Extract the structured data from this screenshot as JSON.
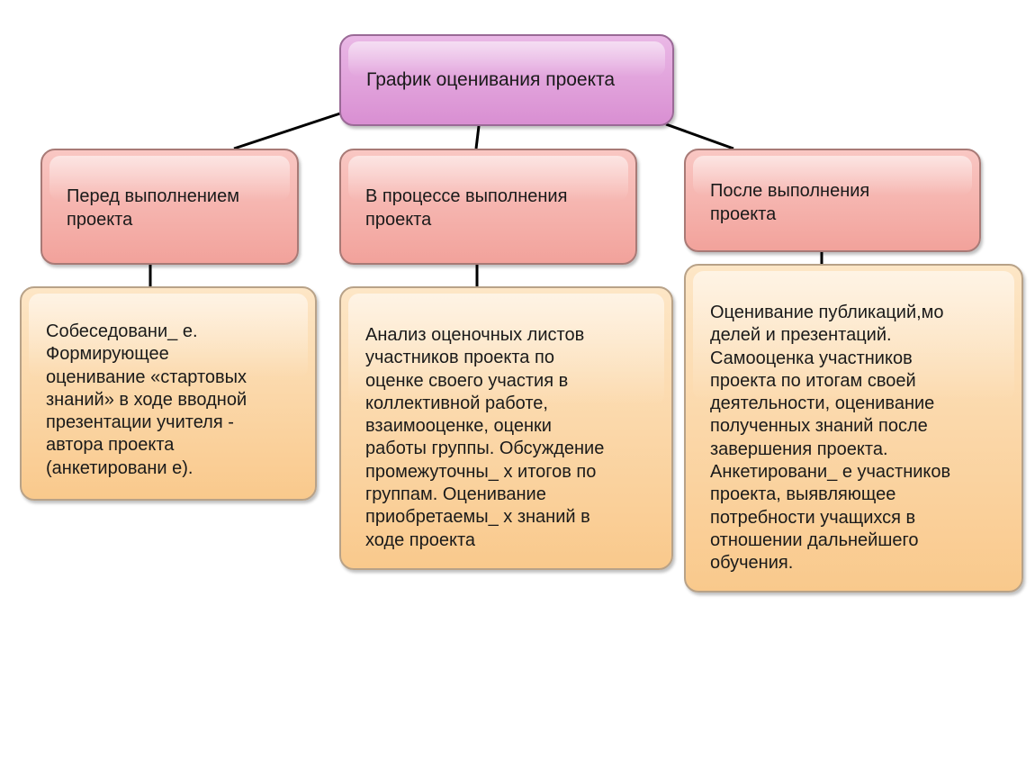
{
  "diagram": {
    "root": {
      "label": "График оценивания проекта"
    },
    "phases": [
      {
        "label": "Перед выполнением\nпроекта"
      },
      {
        "label": "В процессе выполнения\nпроекта"
      },
      {
        "label": "После выполнения\nпроекта"
      }
    ],
    "details": [
      {
        "text": "Собеседовани_ е.\nФормирующее\nоценивание «стартовых\nзнаний» в ходе вводной\nпрезентации учителя -\nавтора проекта\n(анкетировани е)."
      },
      {
        "text": "Анализ оценочных листов\nучастников проекта по\nоценке своего участия в\nколлективной работе,\nвзаимооценке, оценки\nработы группы. Обсуждение\nпромежуточны_ х итогов по\nгруппам. Оценивание\nприобретаемы_ х знаний в\nходе проекта"
      },
      {
        "text": "Оценивание публикаций,мо\nделей и презентаций.\nСамооценка участников\nпроекта по итогам своей\nдеятельности, оценивание\nполученных знаний после\nзавершения проекта.\nАнкетировани_ е участников\nпроекта, выявляющее\nпотребности учащихся в\nотношении дальнейшего\nобучения."
      }
    ],
    "colors": {
      "root_fill": "#e0a2da",
      "phase_fill": "#f5b0a9",
      "detail_fill": "#fbd6a8",
      "connector": "#000000"
    }
  }
}
